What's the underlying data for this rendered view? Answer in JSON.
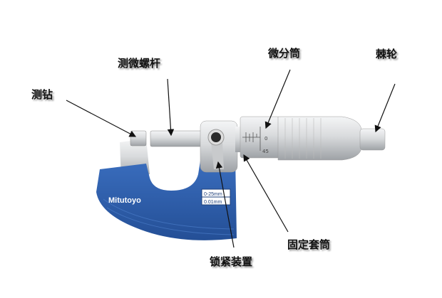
{
  "labels": {
    "anvil": "测钻",
    "spindle": "测微螺杆",
    "thimble": "微分筒",
    "ratchet": "棘轮",
    "sleeve": "固定套筒",
    "lock": "锁紧装置"
  },
  "instrument": {
    "brand": "Mitutoyo",
    "range": "0-25mm",
    "resolution": "0.01mm",
    "scale_marks": [
      "0",
      "45"
    ]
  },
  "colors": {
    "frame_blue": "#2f5fae",
    "metal": "#d4d6d8"
  }
}
